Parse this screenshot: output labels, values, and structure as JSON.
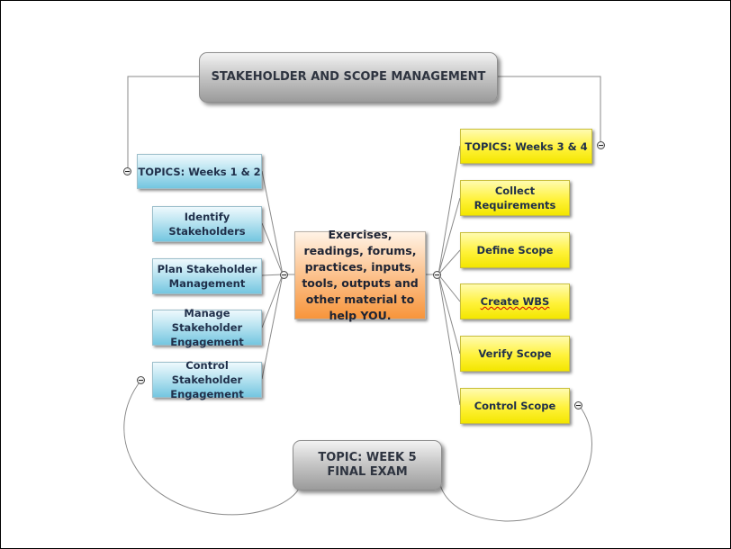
{
  "title": "STAKEHOLDER AND SCOPE MANAGEMENT",
  "center": "Exercises, readings, forums, practices, inputs, tools, outputs and other material to help YOU.",
  "left_branch": {
    "header": "TOPICS: Weeks 1 & 2",
    "items": [
      "Identify Stakeholders",
      "Plan Stakeholder Management",
      "Manage Stakeholder Engagement",
      "Control Stakeholder Engagement"
    ]
  },
  "right_branch": {
    "header": "TOPICS: Weeks 3 & 4",
    "items": [
      "Collect Requirements",
      "Define Scope",
      "Create WBS",
      "Verify Scope",
      "Control Scope"
    ]
  },
  "bottom": {
    "line1": "TOPIC: WEEK 5",
    "line2": "FINAL EXAM"
  },
  "colors": {
    "connector": "#8a8a8a",
    "blue_node": "#74c6e0",
    "yellow_node": "#fff23a",
    "grey_node": "#c8c8c8",
    "orange_node": "#f7953b"
  },
  "icons": [
    "collapse-toggle-icon"
  ]
}
